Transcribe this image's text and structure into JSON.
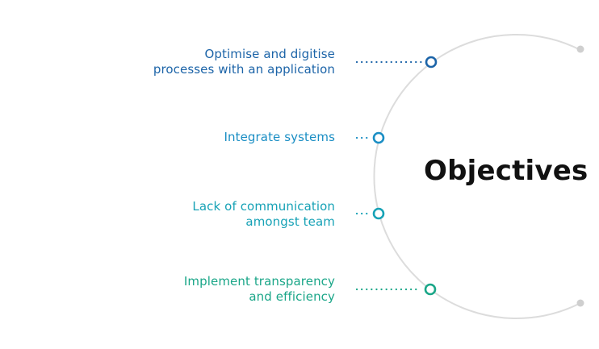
{
  "title": "Objectives",
  "colors": {
    "arc": "#dcdcdc",
    "arc_end_dot": "#cfcfcf",
    "title": "#111111"
  },
  "objectives": [
    {
      "lines": [
        "Optimise and digitise",
        "processes with an application"
      ],
      "color": "#1c64a8"
    },
    {
      "lines": [
        "Integrate systems"
      ],
      "color": "#1a8ec4"
    },
    {
      "lines": [
        "Lack of communication",
        "amongst team"
      ],
      "color": "#17a2b6"
    },
    {
      "lines": [
        "Implement transparency",
        "and efficiency"
      ],
      "color": "#1aa688"
    }
  ]
}
